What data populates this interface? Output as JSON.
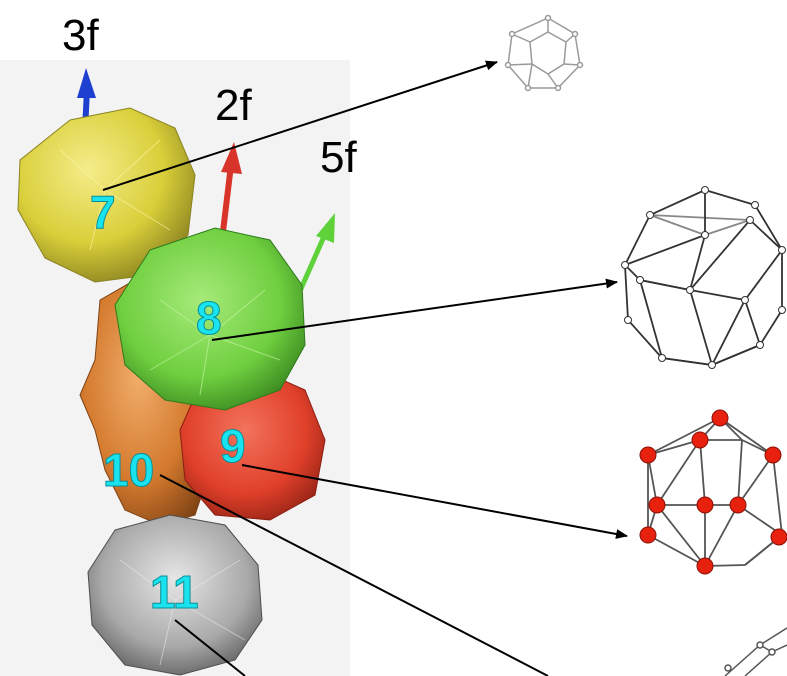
{
  "axis_labels": {
    "threefold": "3f",
    "twofold": "2f",
    "fivefold": "5f"
  },
  "shells": [
    {
      "number": "7",
      "color": "#d9cf3a"
    },
    {
      "number": "8",
      "color": "#6fcf3f"
    },
    {
      "number": "9",
      "color": "#e0402a"
    },
    {
      "number": "10",
      "color": "#d47a2e"
    },
    {
      "number": "11",
      "color": "#a9a9a9"
    }
  ],
  "colors": {
    "axis_threefold": "#1e3fd0",
    "axis_twofold": "#d9342a",
    "axis_fivefold": "#5fd23a",
    "vertex_marker": "#e8200e",
    "label_text": "#19e3ee"
  },
  "icons": [
    "dodecahedron-icon",
    "truncated-icosahedron-icon",
    "icosahedron-icon",
    "partial-polyhedron-icon"
  ]
}
